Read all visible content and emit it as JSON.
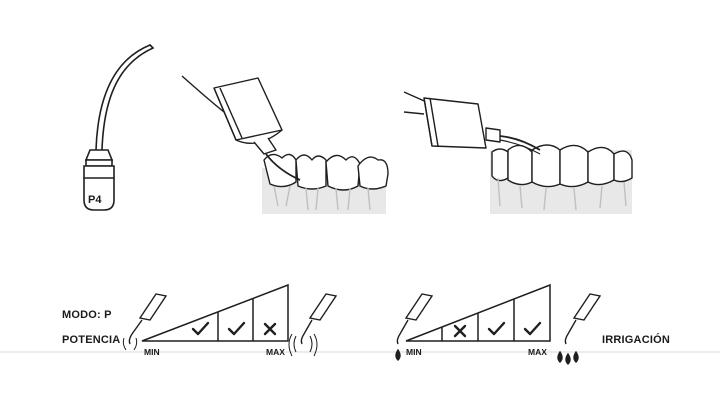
{
  "tip": {
    "code": "P4"
  },
  "mode": {
    "label": "MODO: P"
  },
  "power": {
    "label": "POTENCIA",
    "min_label": "MIN",
    "max_label": "MAX",
    "levels": [
      "check",
      "check",
      "cross"
    ]
  },
  "irrigation": {
    "label": "IRRIGACIÓN",
    "min_label": "MIN",
    "max_label": "MAX",
    "levels": [
      "cross",
      "check",
      "check"
    ]
  },
  "colors": {
    "line": "#1f1f1f",
    "gum": "#e6e6e6",
    "separator": "#d9d9d9"
  }
}
